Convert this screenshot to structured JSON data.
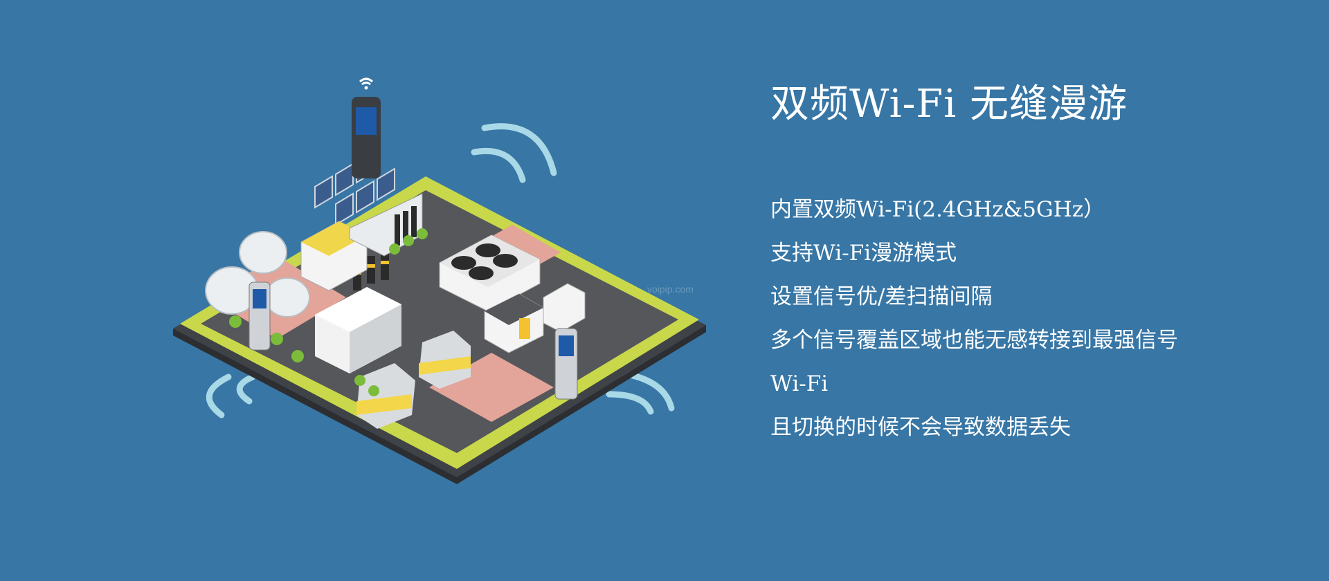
{
  "hero": {
    "title": "双频Wi-Fi 无缝漫游",
    "features": [
      "内置双频Wi-Fi(2.4GHz&5GHz）",
      "支持Wi-Fi漫游模式",
      "设置信号优/差扫描间隔",
      "多个信号覆盖区域也能无感转接到最强信号",
      "Wi-Fi",
      "且切换的时候不会导致数据丢失"
    ]
  },
  "watermark": "voipip.com",
  "colors": {
    "background": "#3776a5",
    "ground": "#c8d84a",
    "road": "#55575a",
    "wave": "#a9d8e6"
  }
}
